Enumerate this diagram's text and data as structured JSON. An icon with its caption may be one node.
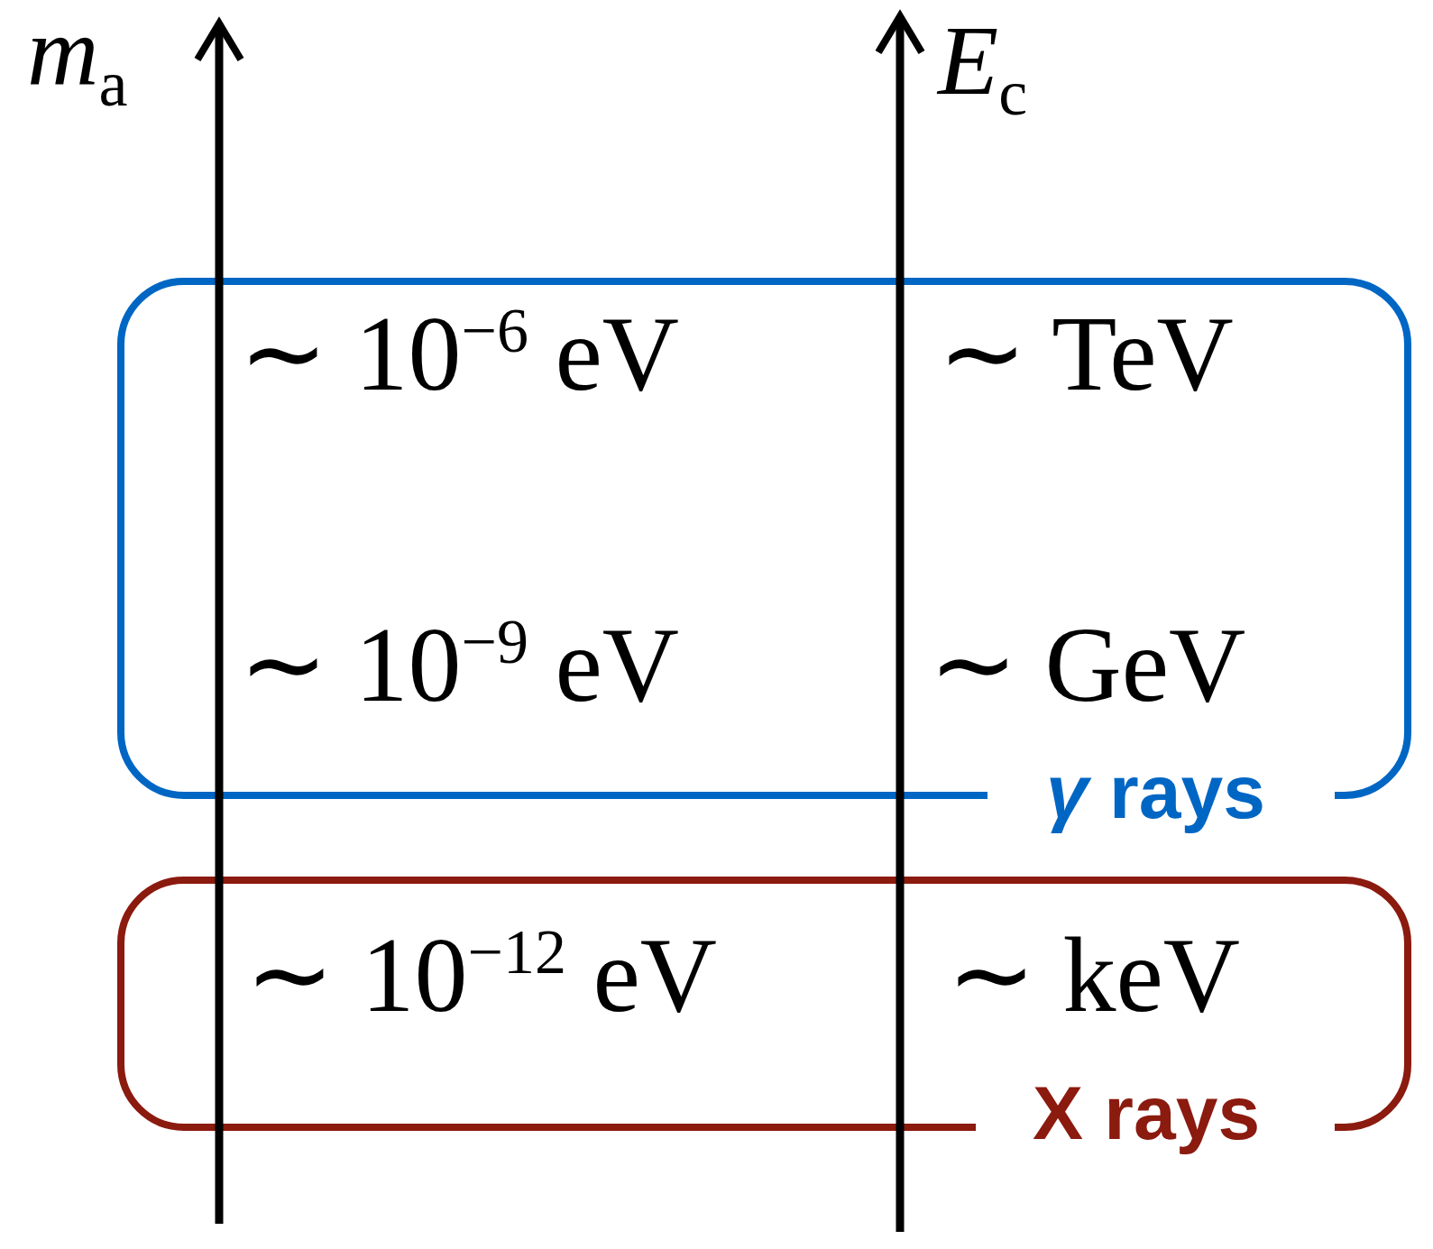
{
  "diagram": {
    "nodes": [
      {
        "text": [
          "*γ* rays"
        ]
      },
      {
        "text": [
          "∼ 10$^{−6}$ eV"
        ],
        "in": 0
      },
      {
        "text": [
          "∼ TeV"
        ],
        "in": 0
      },
      {
        "text": [
          "∼ 10$^{−9}$ eV"
        ],
        "in": 0
      },
      {
        "text": [
          "∼ GeV"
        ],
        "in": 0
      },
      {
        "text": [
          "X rays"
        ]
      },
      {
        "text": [
          "∼ 10$^{−12}$ eV"
        ],
        "in": 5
      },
      {
        "text": [
          "∼ keV"
        ],
        "in": 5
      }
    ],
    "labels": [
      "*m*$_{a}$",
      "*E*$_{c}$"
    ]
  }
}
